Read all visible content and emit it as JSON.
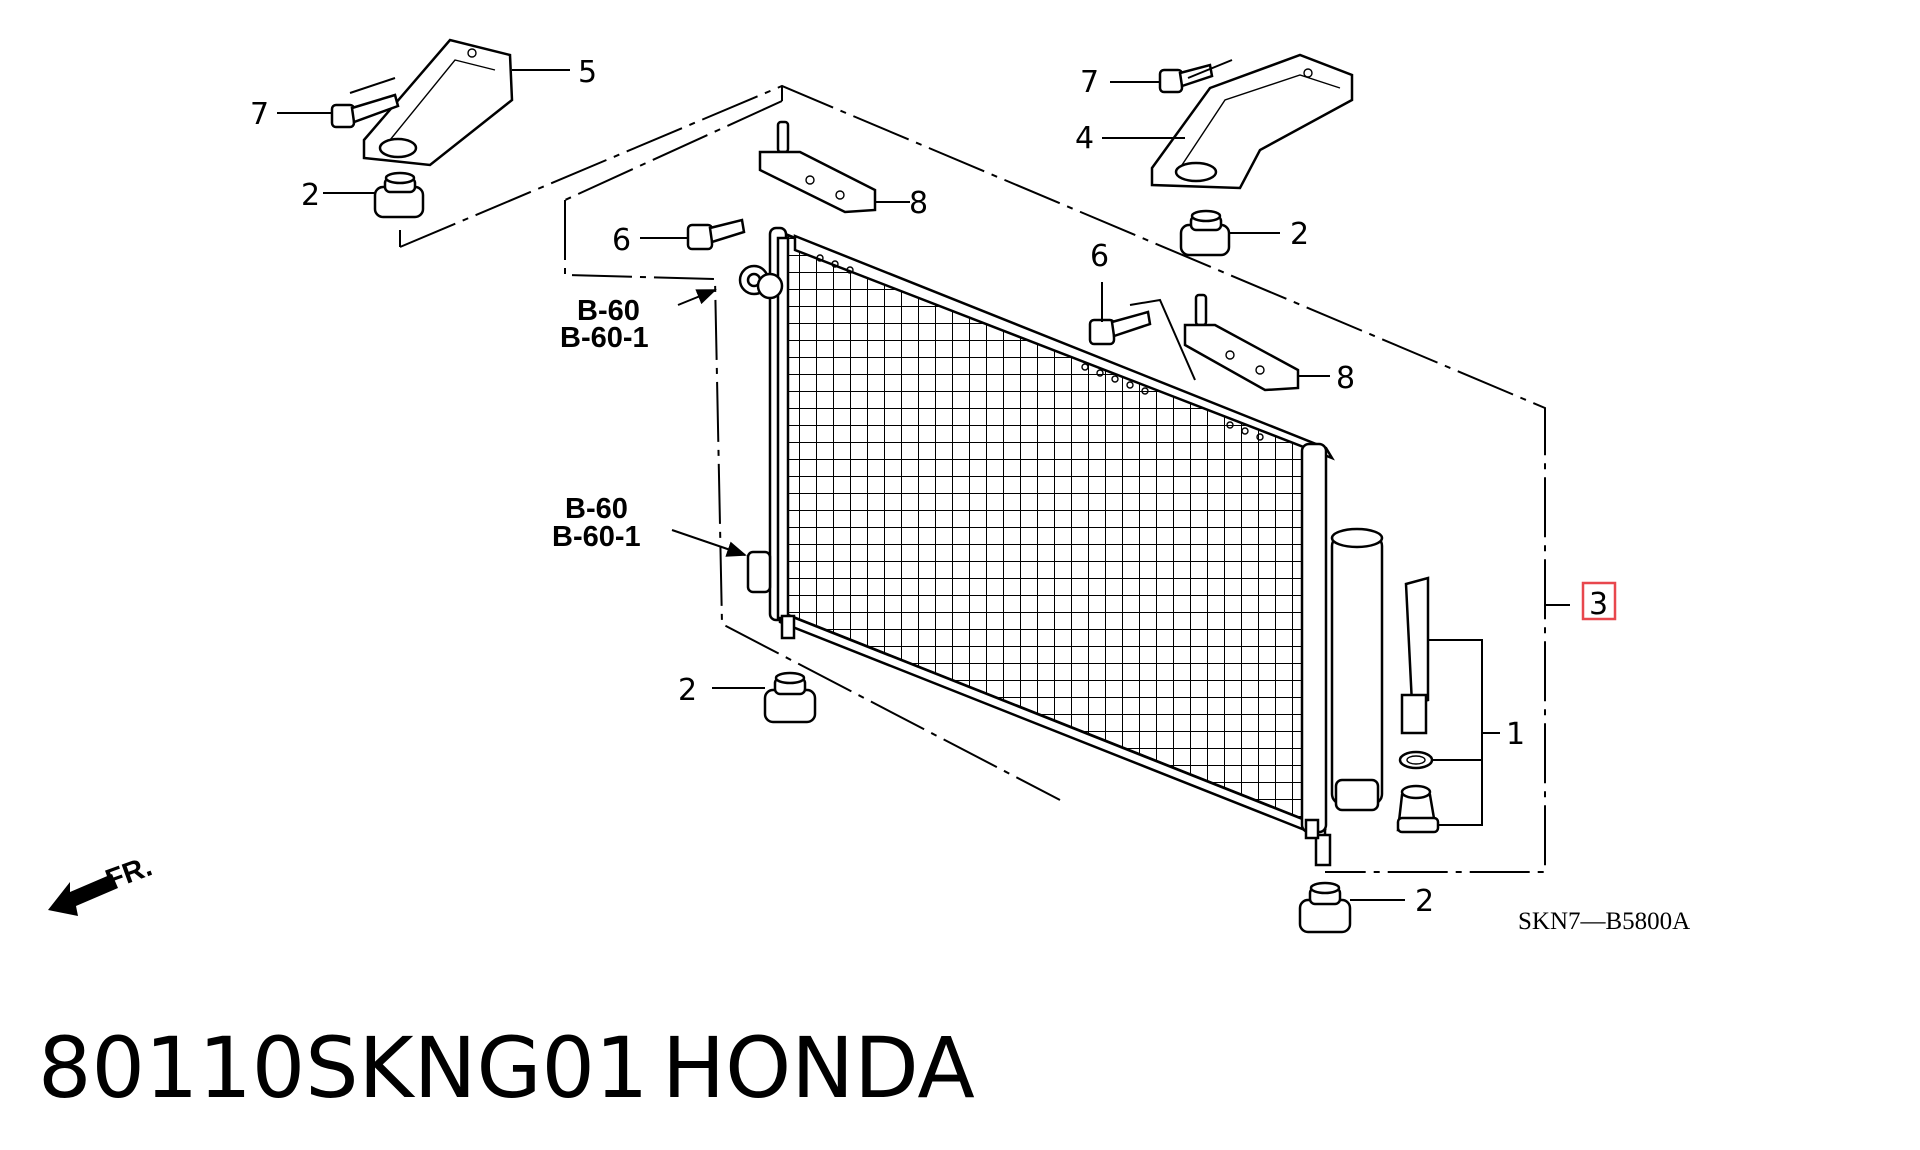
{
  "diagram": {
    "callouts": {
      "c1": "1",
      "c2a": "2",
      "c2b": "2",
      "c2c": "2",
      "c2d": "2",
      "c3": "3",
      "c4": "4",
      "c5": "5",
      "c6a": "6",
      "c6b": "6",
      "c7a": "7",
      "c7b": "7",
      "c8a": "8",
      "c8b": "8"
    },
    "refs": {
      "upper_a": "B-60",
      "upper_b": "B-60-1",
      "lower_a": "B-60",
      "lower_b": "B-60-1"
    },
    "front_marker": "FR.",
    "drawing_code": "SKN7—B5800A",
    "highlight_color": "#e8474d"
  },
  "caption": {
    "part_number": "80110SKNG01",
    "brand": "HONDA"
  }
}
